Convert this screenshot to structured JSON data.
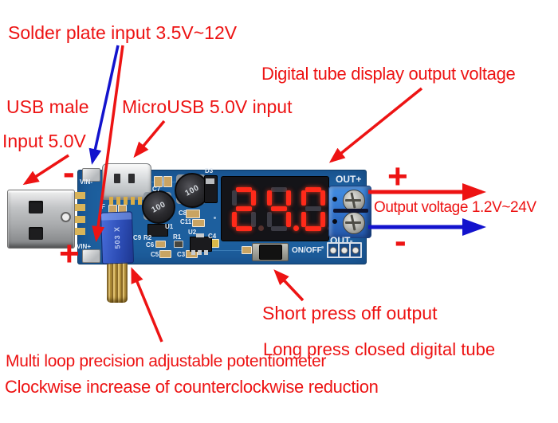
{
  "annotations": {
    "solder_plate": "Solder plate input 3.5V~12V",
    "digital_tube": "Digital tube display output voltage",
    "usb_male": "USB male",
    "microusb": "MicroUSB 5.0V input",
    "input_5v": "Input 5.0V",
    "output_voltage": "Output voltage 1.2V~24V",
    "short_press": "Short press off output",
    "long_press": "Long press closed digital tube",
    "multi_loop": "Multi loop precision adjustable potentiometer",
    "clockwise": "Clockwise increase of counterclockwise reduction"
  },
  "signs": {
    "left_minus": "-",
    "left_plus": "+",
    "right_plus": "+",
    "right_minus": "-"
  },
  "board": {
    "display": {
      "value": "24.0",
      "digits": [
        {
          "char": "2",
          "dp": "dim"
        },
        {
          "char": "4",
          "dp": "on"
        },
        {
          "char": "0",
          "dp": "dim"
        }
      ]
    },
    "silkscreen": {
      "out_plus": "OUT+",
      "out_minus": "OUT-",
      "on_off": "ON/OFF",
      "vin_minus": "VIN-",
      "vin_plus": "VIN+",
      "fuse": "F"
    },
    "inductor_marking": "100",
    "pot_marking": "503 X",
    "component_labels": {
      "c3": "C3",
      "c4": "C4",
      "c5": "C5",
      "c6": "C6",
      "c7": "C7",
      "c8": "C8",
      "c9": "C9",
      "c11": "C11",
      "d3": "D3",
      "u1": "U1",
      "u2": "U2",
      "r1": "R1",
      "r2": "R2"
    }
  },
  "colors": {
    "annotation_red": "#ed1313",
    "annotation_blue": "#1313cd",
    "pcb_blue": "#1d5f9e",
    "segment_red": "#ff2a1a"
  }
}
